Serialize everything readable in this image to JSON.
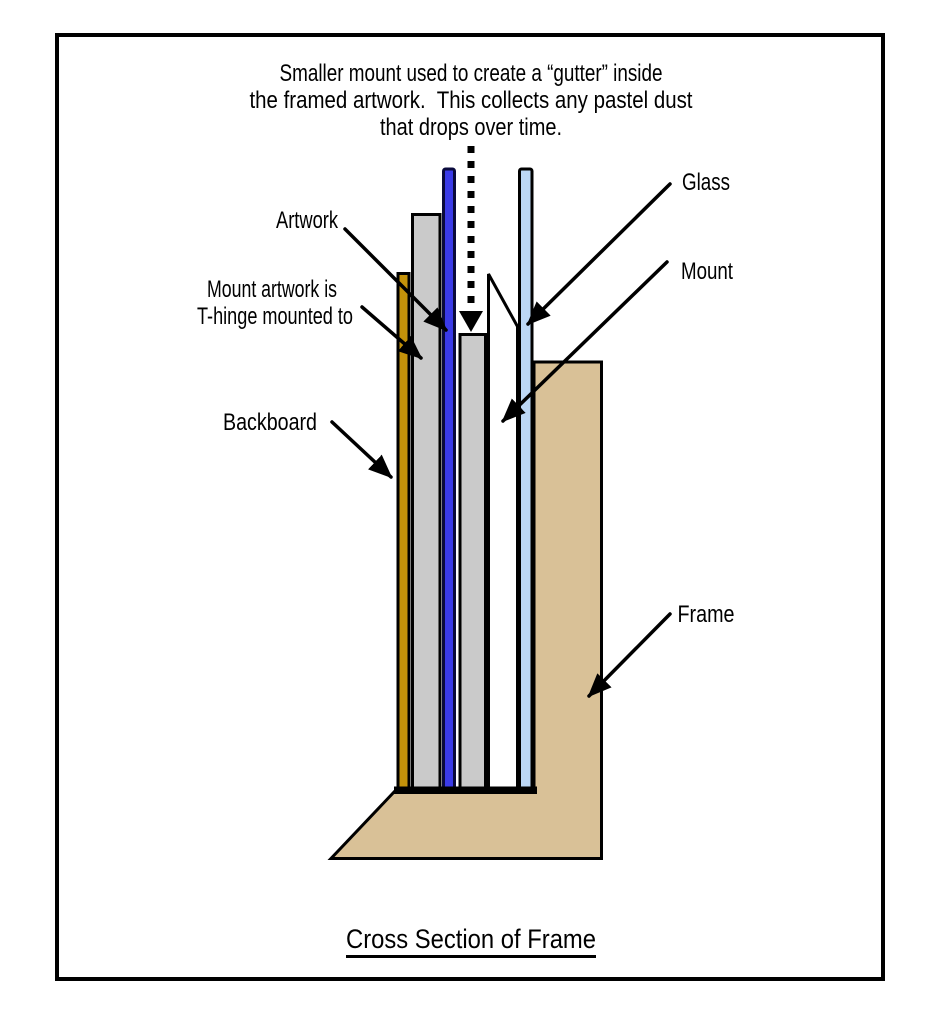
{
  "figure": {
    "note": {
      "line1": "Smaller mount used to create a “gutter” inside",
      "line2": "the framed artwork.  This collects any pastel dust",
      "line3": "that drops over time."
    },
    "labels": {
      "artwork": "Artwork",
      "hinge_line1": "Mount artwork is",
      "hinge_line2": "T-hinge mounted to",
      "backboard": "Backboard",
      "glass": "Glass",
      "mount": "Mount",
      "frame": "Frame"
    },
    "caption": "Cross Section of Frame",
    "colors": {
      "background": "#FFFFFF",
      "border": "#000000",
      "outline": "#000000",
      "backboard": "#C4920A",
      "mount_board": "#CACACA",
      "artwork_fill": "#3A3AE8",
      "artwork_outline": "#0A0A3C",
      "mount_white": "#FFFFFF",
      "glass": "#BCD7F5",
      "frame": "#D9C197"
    }
  }
}
